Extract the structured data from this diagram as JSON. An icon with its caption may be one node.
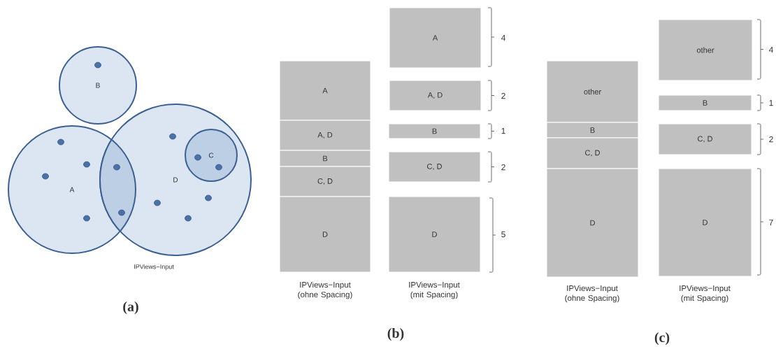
{
  "diagram": {
    "nodes": [
      {
        "text": [
          "B"
        ]
      },
      {
        "text": [
          "A"
        ]
      },
      {
        "text": [
          "D"
        ]
      },
      {
        "text": [
          "C"
        ],
        "in": 2
      },
      {
        "text": [
          "A"
        ]
      },
      {
        "text": [
          "A, D"
        ]
      },
      {
        "text": [
          "B"
        ]
      },
      {
        "text": [
          "C, D"
        ]
      },
      {
        "text": [
          "D"
        ]
      },
      {
        "text": [
          "A"
        ]
      },
      {
        "text": [
          "A, D"
        ]
      },
      {
        "text": [
          "B"
        ]
      },
      {
        "text": [
          "C, D"
        ]
      },
      {
        "text": [
          "D"
        ]
      },
      {
        "text": [
          "other"
        ]
      },
      {
        "text": [
          "B"
        ]
      },
      {
        "text": [
          "C, D"
        ]
      },
      {
        "text": [
          "D"
        ]
      },
      {
        "text": [
          "other"
        ]
      },
      {
        "text": [
          "B"
        ]
      },
      {
        "text": [
          "C, D"
        ]
      },
      {
        "text": [
          "D"
        ]
      }
    ],
    "labels": [
      "IPViews−Input",
      "(a)",
      "IPViews−Input (ohne Spacing)",
      "IPViews−Input (mit Spacing)",
      "4",
      "2",
      "1",
      "2",
      "5",
      "(b)",
      "IPViews−Input (ohne Spacing)",
      "IPViews−Input (mit Spacing)",
      "4",
      "1",
      "2",
      "7",
      "(c)"
    ]
  }
}
